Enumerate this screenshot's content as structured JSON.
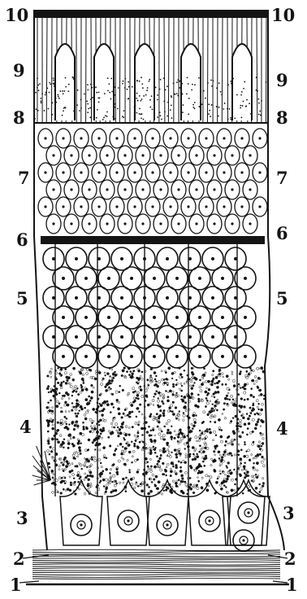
{
  "diagram": {
    "layers": [
      {
        "number": "10"
      },
      {
        "number": "9"
      },
      {
        "number": "8"
      },
      {
        "number": "7"
      },
      {
        "number": "6"
      },
      {
        "number": "5"
      },
      {
        "number": "4"
      },
      {
        "number": "3"
      },
      {
        "number": "2"
      },
      {
        "number": "1"
      }
    ],
    "colors": {
      "ink": "#141414",
      "paper": "#ffffff"
    }
  }
}
